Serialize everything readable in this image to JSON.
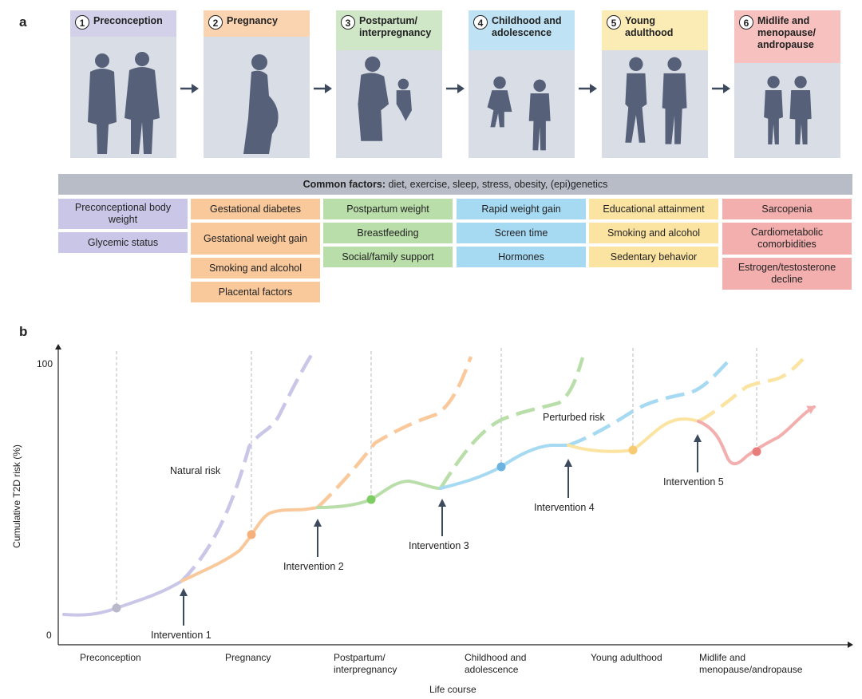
{
  "panel_a": {
    "label": "a",
    "stages": [
      {
        "num": "1",
        "title": "Preconception",
        "color": "#d3d0ea"
      },
      {
        "num": "2",
        "title": "Pregnancy",
        "color": "#fad3b0"
      },
      {
        "num": "3",
        "title": "Postpartum/ interpregnancy",
        "color": "#cfe6c7"
      },
      {
        "num": "4",
        "title": "Childhood and adolescence",
        "color": "#bfe3f4"
      },
      {
        "num": "5",
        "title": "Young adulthood",
        "color": "#fbecb6"
      },
      {
        "num": "6",
        "title": "Midlife and menopause/ andropause",
        "color": "#f7c1bf"
      }
    ],
    "common_factors": {
      "label": "Common factors:",
      "text": " diet, exercise, sleep, stress, obesity, (epi)genetics"
    },
    "factors": [
      [
        "Preconceptional body weight",
        "Glycemic status"
      ],
      [
        "Gestational diabetes",
        "Gestational weight gain",
        "Smoking and alcohol",
        "Placental factors"
      ],
      [
        "Postpartum weight",
        "Breastfeeding",
        "Social/family support"
      ],
      [
        "Rapid weight gain",
        "Screen time",
        "Hormones"
      ],
      [
        "Educational attainment",
        "Smoking and alcohol",
        "Sedentary behavior"
      ],
      [
        "Sarcopenia",
        "Cardiometabolic comorbidities",
        "Estrogen/testosterone decline"
      ]
    ]
  },
  "panel_b": {
    "label": "b",
    "y_axis_label": "Cumulative T2D risk (%)",
    "y_tick_top": "100",
    "y_tick_bottom": "0",
    "x_axis_label": "Life course",
    "x_stage_labels": [
      "Preconception",
      "Pregnancy",
      "Postpartum/ interpregnancy",
      "Childhood and adolescence",
      "Young adulthood",
      "Midlife and menopause/andropause"
    ],
    "annotations": {
      "natural_risk": "Natural risk",
      "perturbed_risk": "Perturbed risk"
    },
    "interventions": [
      "Intervention 1",
      "Intervention 2",
      "Intervention 3",
      "Intervention 4",
      "Intervention 5"
    ]
  },
  "colors": {
    "purple": "#c9c6e8",
    "orange": "#f9c99c",
    "green": "#b9dea9",
    "blue": "#a6d9f2",
    "yellow": "#fbe3a1",
    "red": "#f3aeae",
    "dot_purple": "#b9b9cc",
    "dot_orange": "#f5b07c",
    "dot_green": "#7dcd62",
    "dot_blue": "#6bb2de",
    "dot_yellow": "#f8ca72",
    "dot_red": "#e87d7b",
    "arrow": "#3d4a5e",
    "silhouette": "#566179"
  }
}
